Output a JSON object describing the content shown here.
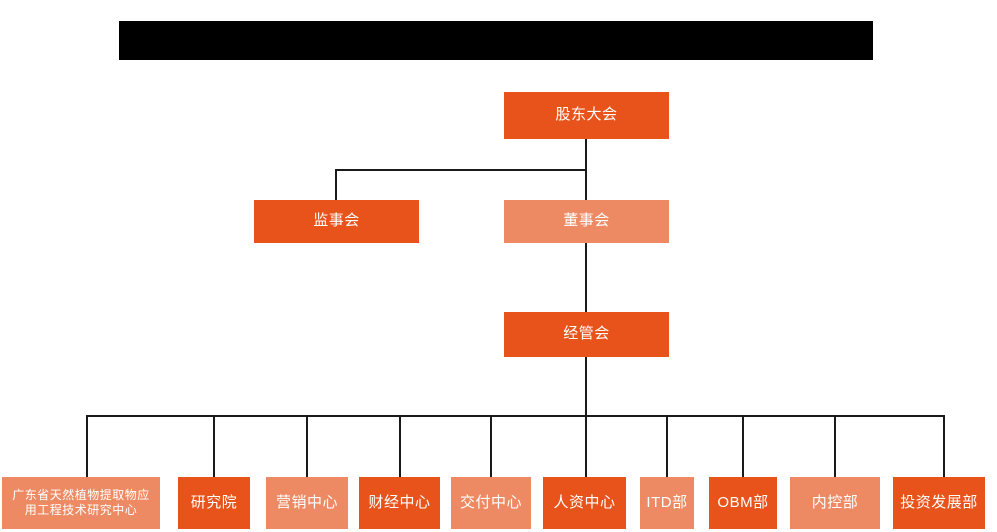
{
  "chart": {
    "title_banner": {
      "text": "",
      "color": "#000000",
      "note": "redacted-black-bar"
    },
    "colors": {
      "dark_orange": "#E8531B",
      "light_orange": "#EE8A63",
      "connector": "#1a1a1a",
      "background": "#ffffff",
      "text": "#ffffff"
    },
    "nodes": {
      "shareholders_meeting": {
        "label": "股东大会",
        "tone": "dark"
      },
      "board_of_supervisors": {
        "label": "监事会",
        "tone": "dark"
      },
      "board_of_directors": {
        "label": "董事会",
        "tone": "light"
      },
      "management_committee": {
        "label": "经管会",
        "tone": "dark"
      }
    },
    "departments": [
      {
        "label": "广东省天然植物提取物应\n用工程技术研究中心",
        "line1": "广东省天然植物提取物应",
        "line2": "用工程技术研究中心",
        "tone": "light",
        "multiline": true
      },
      {
        "label": "研究院",
        "tone": "dark",
        "multiline": false
      },
      {
        "label": "营销中心",
        "tone": "light",
        "multiline": false
      },
      {
        "label": "财经中心",
        "tone": "dark",
        "multiline": false
      },
      {
        "label": "交付中心",
        "tone": "light",
        "multiline": false
      },
      {
        "label": "人资中心",
        "tone": "dark",
        "multiline": false
      },
      {
        "label": "ITD部",
        "tone": "light",
        "multiline": false
      },
      {
        "label": "OBM部",
        "tone": "dark",
        "multiline": false
      },
      {
        "label": "内控部",
        "tone": "light",
        "multiline": false
      },
      {
        "label": "投资发展部",
        "tone": "dark",
        "multiline": false
      }
    ]
  }
}
